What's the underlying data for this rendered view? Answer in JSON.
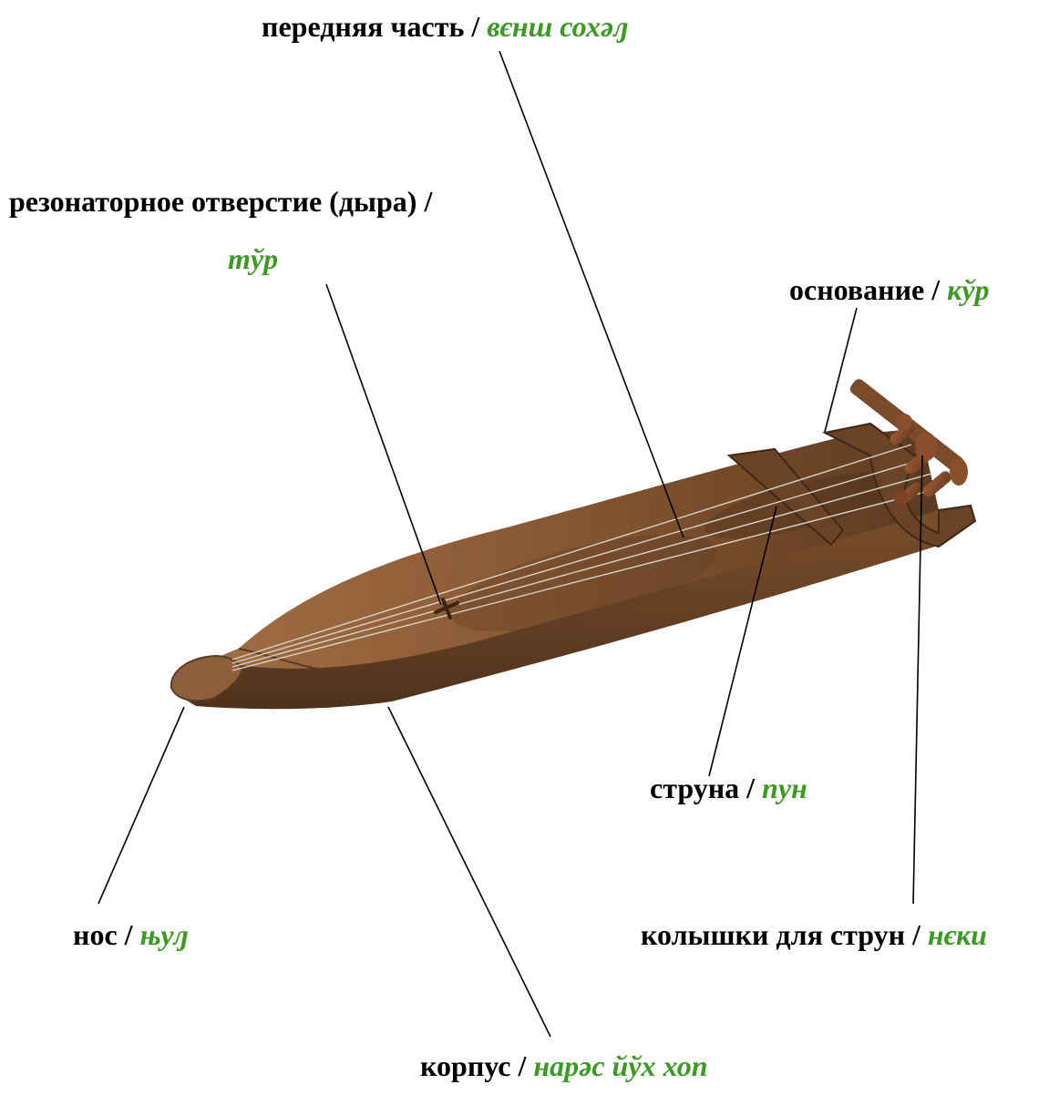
{
  "labels": {
    "front": {
      "ru": "передняя часть / ",
      "term": "вєнш сохәԓ"
    },
    "hole_line1": {
      "ru": "резонаторное отверстие (дыра) /"
    },
    "hole_line2": {
      "term": "тўр"
    },
    "base": {
      "ru": "основание / ",
      "term": "кўр"
    },
    "string": {
      "ru": "струна / ",
      "term": "пун"
    },
    "nose": {
      "ru": "нос / ",
      "term": "њуԓ"
    },
    "pegs": {
      "ru": "колышки для струн / ",
      "term": "нєки"
    },
    "body": {
      "ru": "корпус / ",
      "term": "нарәс йўх хоп"
    }
  },
  "colors": {
    "term_color": "#3a9a22",
    "text_color": "#000000",
    "wood_light": "#9a6a43",
    "wood_dark": "#5a3b22"
  }
}
